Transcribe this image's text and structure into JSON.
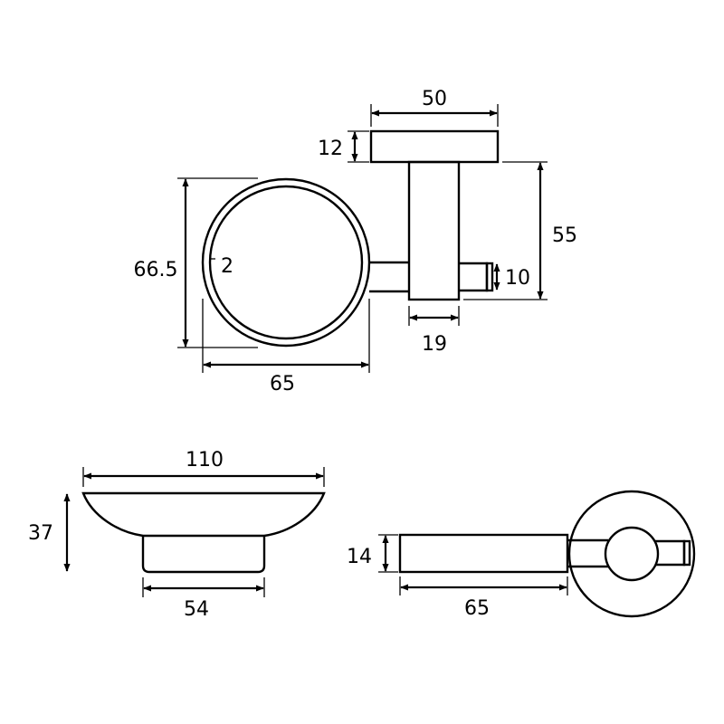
{
  "dimensions": {
    "plate_width": "50",
    "plate_thickness": "12",
    "total_depth": "55",
    "tip_height": "10",
    "post_width": "19",
    "ring_height": "66.5",
    "ring_wall": "2",
    "ring_width": "65",
    "dish_width": "110",
    "dish_height": "37",
    "dish_base": "54",
    "arm_height": "14",
    "arm_length": "65"
  }
}
